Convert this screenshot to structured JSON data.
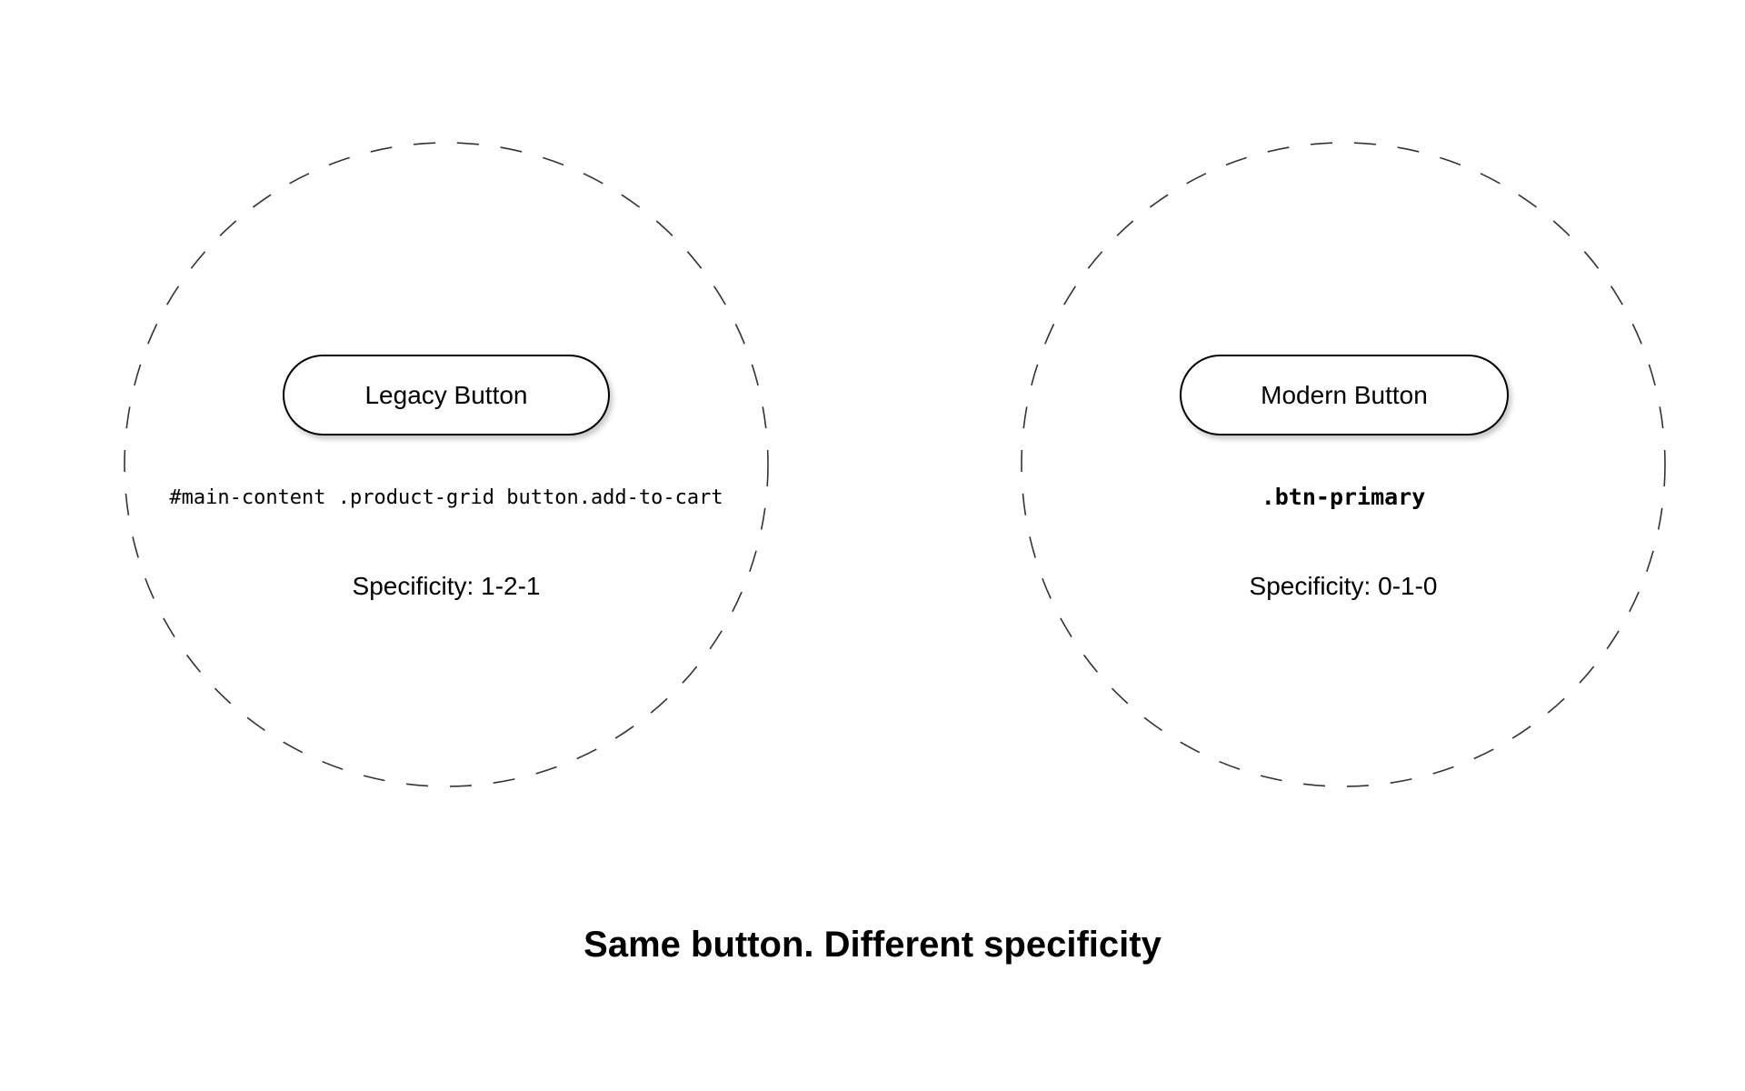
{
  "diagram": {
    "title": "Same button. Different specificity",
    "panels": [
      {
        "id": "legacy",
        "button_label": "Legacy Button",
        "selector": "#main-content .product-grid button.add-to-cart",
        "specificity_label": "Specificity: 1-2-1"
      },
      {
        "id": "modern",
        "button_label": "Modern Button",
        "selector": ".btn-primary",
        "specificity_label": "Specificity: 0-1-0"
      }
    ]
  },
  "colors": {
    "background": "#ffffff",
    "text": "#000000",
    "circle_stroke": "#333333",
    "button_border": "#000000"
  }
}
